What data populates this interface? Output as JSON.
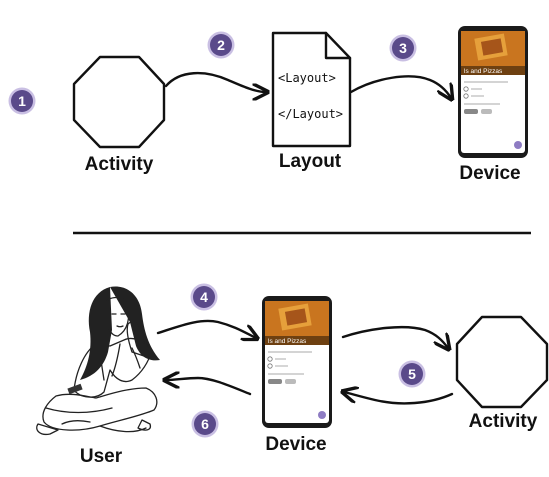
{
  "top": {
    "activity_label": "Activity",
    "layout_label": "Layout",
    "layout_open_tag": "<Layout>",
    "layout_close_tag": "</Layout>",
    "device_label": "Device"
  },
  "bottom": {
    "user_label": "User",
    "device_label": "Device",
    "activity_label": "Activity"
  },
  "screen": {
    "title": "ls and Pizzas"
  },
  "steps": [
    "1",
    "2",
    "3",
    "4",
    "5",
    "6"
  ],
  "colors": {
    "badge_fill": "#5a4a8a",
    "badge_ring": "#c9bfe3",
    "ink": "#111111",
    "screen_photo": "#c9751f"
  }
}
